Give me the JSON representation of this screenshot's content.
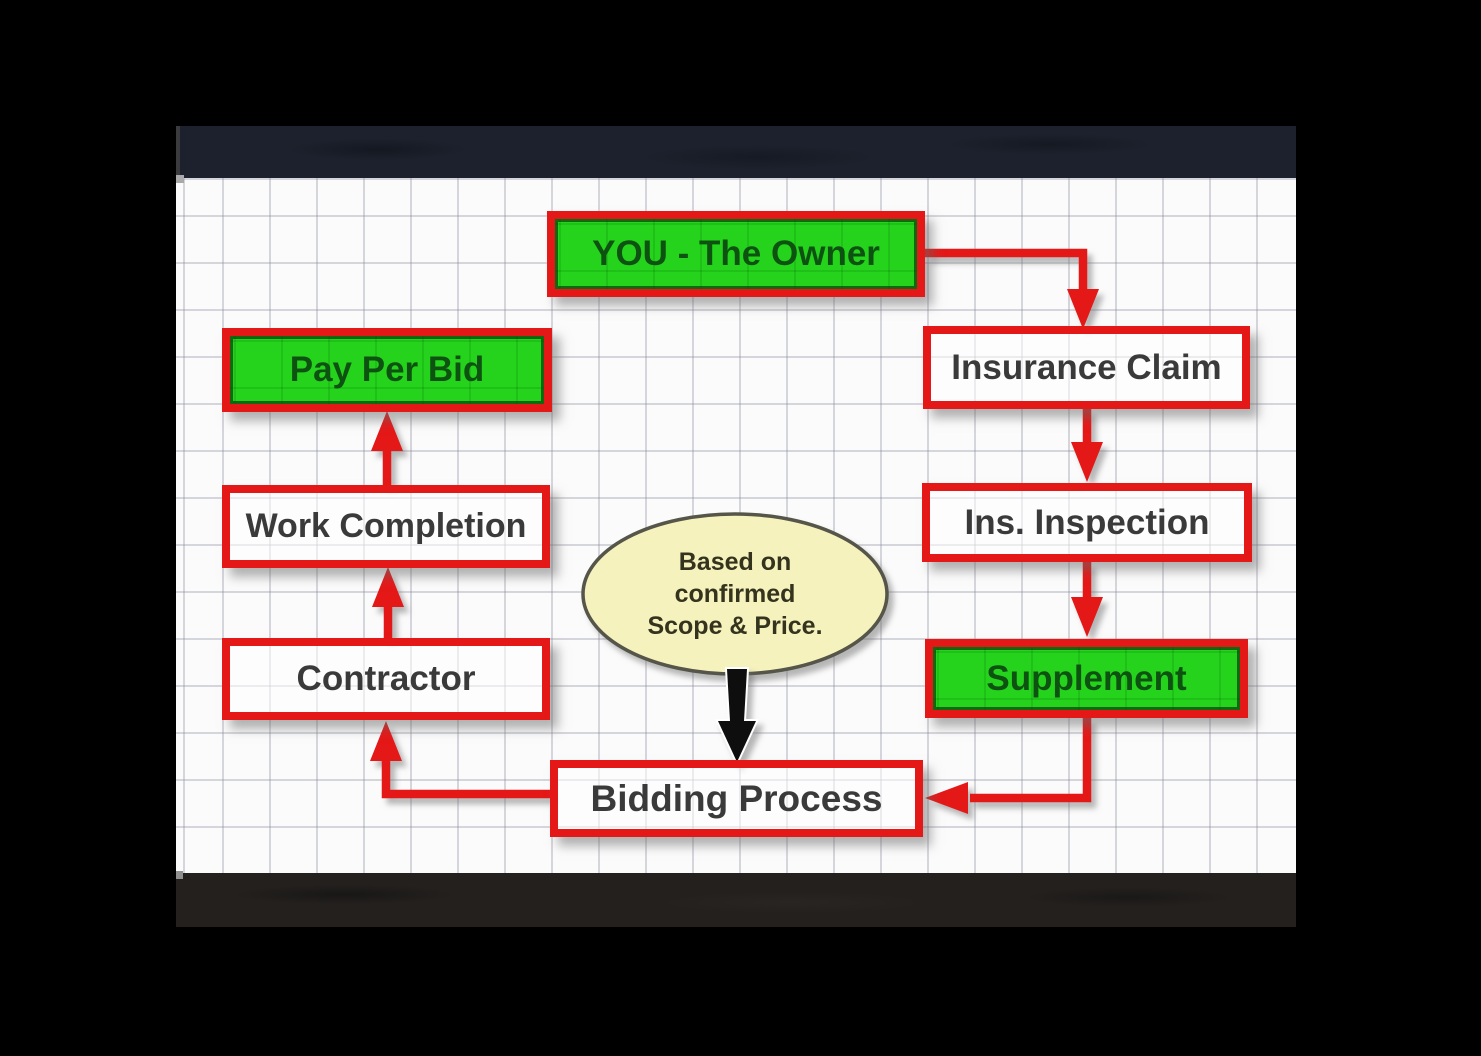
{
  "window": {
    "background_color": "#000000",
    "topbar_color": "#1c212d",
    "bottombar_color": "#23201e",
    "canvas_color": "#fbfbfb"
  },
  "flowchart": {
    "nodes": [
      {
        "id": "owner",
        "label": "YOU - The Owner",
        "style": "green"
      },
      {
        "id": "insurance-claim",
        "label": "Insurance Claim",
        "style": "white"
      },
      {
        "id": "ins-inspection",
        "label": "Ins. Inspection",
        "style": "white"
      },
      {
        "id": "supplement",
        "label": "Supplement",
        "style": "green"
      },
      {
        "id": "bidding-process",
        "label": "Bidding Process",
        "style": "white"
      },
      {
        "id": "contractor",
        "label": "Contractor",
        "style": "white"
      },
      {
        "id": "work-completion",
        "label": "Work Completion",
        "style": "white"
      },
      {
        "id": "pay-per-bid",
        "label": "Pay Per Bid",
        "style": "green"
      }
    ],
    "edges": [
      {
        "from": "owner",
        "to": "insurance-claim"
      },
      {
        "from": "insurance-claim",
        "to": "ins-inspection"
      },
      {
        "from": "ins-inspection",
        "to": "supplement"
      },
      {
        "from": "supplement",
        "to": "bidding-process"
      },
      {
        "from": "bidding-process",
        "to": "contractor"
      },
      {
        "from": "contractor",
        "to": "work-completion"
      },
      {
        "from": "work-completion",
        "to": "pay-per-bid"
      },
      {
        "from": "note",
        "to": "bidding-process"
      }
    ],
    "note": {
      "line1": "Based on",
      "line2": "confirmed",
      "line3": "Scope & Price.",
      "fill_color": "#f6f2bd"
    },
    "colors": {
      "arrow_red": "#e51818",
      "node_green": "#25d31d",
      "node_border_red": "#e51818",
      "text_dark": "#3a3a3a",
      "text_green": "#0e5212",
      "note_arrow_black": "#0e0e0e"
    }
  }
}
